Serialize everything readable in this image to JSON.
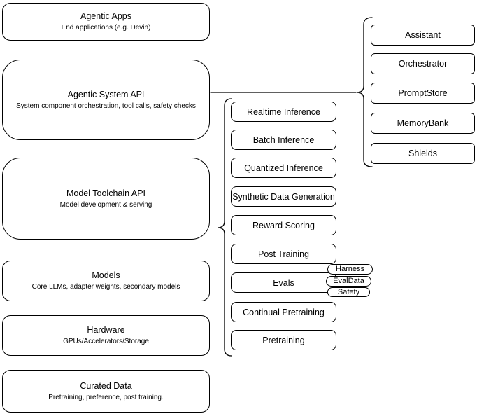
{
  "diagram": {
    "colors": {
      "background": "#ffffff",
      "stroke": "#000000",
      "text": "#000000"
    },
    "left_stack": [
      {
        "title": "Agentic Apps",
        "subtitle": "End applications (e.g. Devin)"
      },
      {
        "title": "Agentic System API",
        "subtitle": "System component orchestration, tool calls, safety checks"
      },
      {
        "title": "Model Toolchain API",
        "subtitle": "Model development & serving"
      },
      {
        "title": "Models",
        "subtitle": "Core LLMs, adapter weights, secondary models"
      },
      {
        "title": "Hardware",
        "subtitle": "GPUs/Accelerators/Storage"
      },
      {
        "title": "Curated Data",
        "subtitle": "Pretraining, preference, post training."
      }
    ],
    "toolchain_items": [
      "Realtime Inference",
      "Batch Inference",
      "Quantized Inference",
      "Synthetic Data Generation",
      "Reward Scoring",
      "Post Training",
      "Evals",
      "Continual Pretraining",
      "Pretraining"
    ],
    "evals_tags": [
      "Harness",
      "EvalData",
      "Safety"
    ],
    "system_components": [
      "Assistant",
      "Orchestrator",
      "PromptStore",
      "MemoryBank",
      "Shields"
    ]
  }
}
